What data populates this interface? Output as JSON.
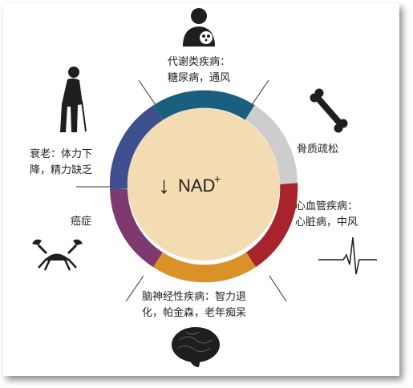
{
  "center": {
    "arrow": "↓",
    "text": "NAD",
    "superscript": "+"
  },
  "labels": {
    "top": [
      "代谢类疾病：",
      "糖尿病，通风"
    ],
    "upper_right": [
      "骨质疏松"
    ],
    "right": [
      "心血管疾病：",
      "心脏病，中风"
    ],
    "bottom": [
      "脑神经性疾病：智力退",
      "化，帕金森，老年痴呆"
    ],
    "left": [
      "癌症"
    ],
    "upper_left": [
      "衰老：体力下",
      "降，精力缺乏"
    ]
  },
  "ring_colors": {
    "top": "#1b5f7e",
    "upper_right": "#cdcdcd",
    "right": "#a8242c",
    "bottom": "#d99128",
    "left": "#7e3a6e",
    "upper_left": "#3d4f8e",
    "inner_fill": "#f4dcb2"
  },
  "icons": [
    "person-panda-icon",
    "bone-icon",
    "heartbeat-icon",
    "brain-icon",
    "crab-icon",
    "elderly-cane-icon"
  ]
}
